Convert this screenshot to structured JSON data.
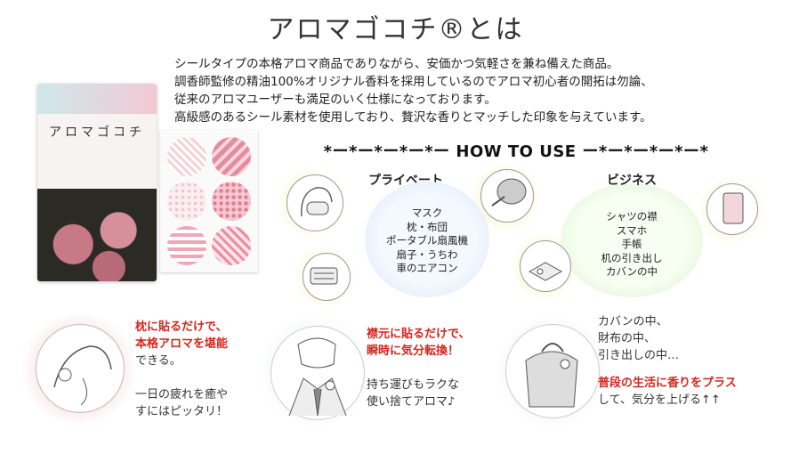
{
  "title": "アロマゴコチ®とは",
  "intro": [
    "シールタイプの本格アロマ商品でありながら、安価かつ気軽さを兼ね備えた商品。",
    "調香師監修の精油100%オリジナル香料を採用しているのでアロマ初心者の開拓は勿論、",
    "従来のアロマユーザーも満足のいく仕様になっております。",
    "高級感のあるシール素材を使用しており、贅沢な香りとマッチした印象を与えています。"
  ],
  "how_to": "*ー*ー*ー*ー*ー HOW TO USE ー*ー*ー*ー*ー*",
  "package": {
    "brand": "アロマゴコチ"
  },
  "private": {
    "label": "プライベート",
    "items": [
      "マスク",
      "枕・布団",
      "ポータブル扇風機",
      "扇子・うちわ",
      "車のエアコン"
    ]
  },
  "business": {
    "label": "ビジネス",
    "items": [
      "シャツの襟",
      "スマホ",
      "手帳",
      "机の引き出し",
      "カバンの中"
    ]
  },
  "bottom": {
    "left": {
      "red_line1": "枕に貼るだけで、",
      "red_line2": "本格アロマを堪能",
      "line3": "できる。",
      "line4": "一日の疲れを癒や",
      "line5": "すにはピッタリ！"
    },
    "middle": {
      "red_line1": "襟元に貼るだけで、",
      "red_line2": "瞬時に気分転換！",
      "line3": "持ち運びもラクな",
      "line4": "使い捨てアロマ♪"
    },
    "right": {
      "line1": "カバンの中、",
      "line2": "財布の中、",
      "line3": "引き出しの中…",
      "red_line4": "普段の生活に香りをプラス",
      "line5": "して、気分を上げる↑↑"
    }
  },
  "colors": {
    "accent_red": "#d3261f",
    "private_glow": "#dbe7f6",
    "business_glow": "#d6efc6",
    "pink": "#e7a3b0"
  },
  "icons": [
    "mask-illustration",
    "fan-illustration",
    "car-aircon-illustration",
    "shirt-collar-illustration",
    "smartphone-illustration",
    "notebook-illustration",
    "pillow-illustration",
    "businessman-illustration",
    "backpack-illustration"
  ]
}
